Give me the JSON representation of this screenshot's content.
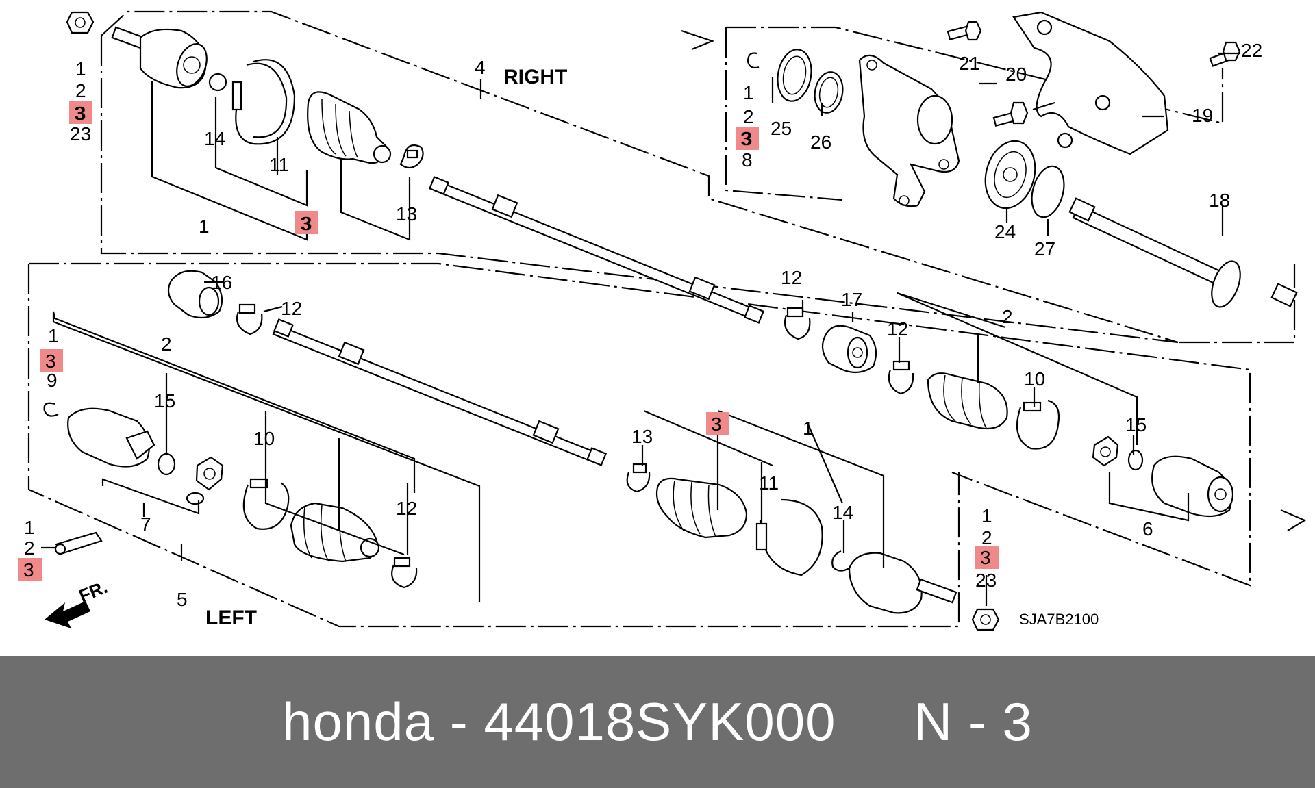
{
  "diagram": {
    "code": "SJA7B2100",
    "right_label": "RIGHT",
    "left_label": "LEFT",
    "front_label": "FR.",
    "highlight_color": "#f08a8a",
    "labels": {
      "n1": "1",
      "n2": "2",
      "n3": "3",
      "n4": "4",
      "n5": "5",
      "n6": "6",
      "n7": "7",
      "n8": "8",
      "n9": "9",
      "n10": "10",
      "n11": "11",
      "n12": "12",
      "n13": "13",
      "n14": "14",
      "n15": "15",
      "n16": "16",
      "n17": "17",
      "n18": "18",
      "n19": "19",
      "n20": "20",
      "n21": "21",
      "n22": "22",
      "n23": "23",
      "n24": "24",
      "n25": "25",
      "n26": "26",
      "n27": "27"
    }
  },
  "footer": {
    "text": "honda - 44018SYK000     N - 3",
    "background": "#6e6e6e"
  }
}
